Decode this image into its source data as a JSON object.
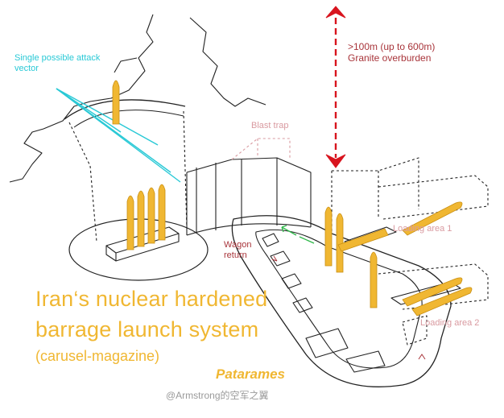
{
  "labels": {
    "attack_vector": [
      "Single possible attack",
      "vector"
    ],
    "overburden": [
      ">100m (up to 600m)",
      "Granite overburden"
    ],
    "blast_trap": "Blast trap",
    "wagon_return": [
      "Wagon",
      "return"
    ],
    "loading_area_1": "Loading area 1",
    "loading_area_2": "Loading area 2"
  },
  "title": [
    "Iran‘s nuclear hardened",
    "barrage launch system"
  ],
  "subtitle": "(carusel-magazine)",
  "author": "Patarames",
  "watermark": "@Armstrong的空军之翼",
  "colors": {
    "missile": "#f0b732",
    "annotation": "#a8343a",
    "arrow_red": "#d8141e",
    "attack_vector": "#29c9d6",
    "rail_arrow": "#2fb84a",
    "line": "#222222"
  }
}
